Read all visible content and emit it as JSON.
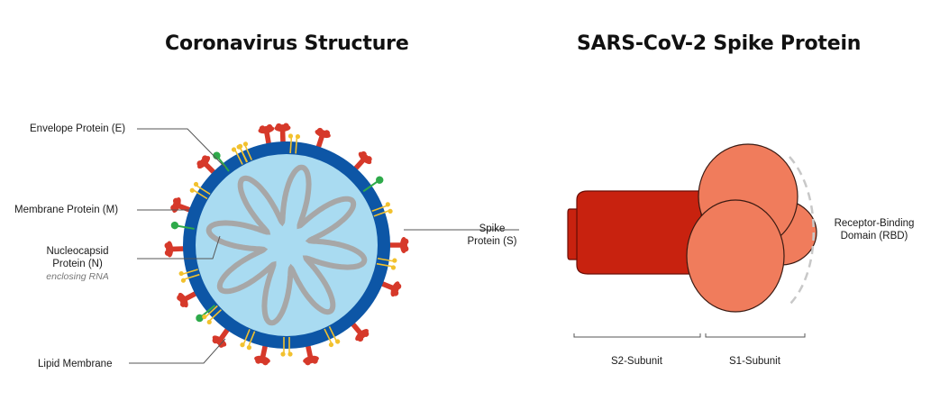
{
  "titles": {
    "left": "Coronavirus Structure",
    "right": "SARS-CoV-2 Spike Protein"
  },
  "labels": {
    "envelope": "Envelope Protein (E)",
    "membrane": "Membrane Protein (M)",
    "nucleocapsid_line1": "Nucleocapsid",
    "nucleocapsid_line2": "Protein (N)",
    "nucleocapsid_sub": "enclosing RNA",
    "lipid": "Lipid Membrane",
    "spike_line1": "Spike",
    "spike_line2": "Protein (S)",
    "rbd_line1": "Receptor-Binding",
    "rbd_line2": "Domain (RBD)",
    "s2": "S2-Subunit",
    "s1": "S1-Subunit"
  },
  "colors": {
    "membrane_blue": "#0d56a6",
    "interior": "#a9dbf1",
    "rna": "#a7a7a7",
    "spike_red": "#d6392a",
    "envelope_green": "#2eaa4a",
    "membrane_yellow": "#f2c12e",
    "s2_red": "#c8220f",
    "s1_salmon": "#f07c5c",
    "rbd_dash": "#c8c8c8"
  }
}
